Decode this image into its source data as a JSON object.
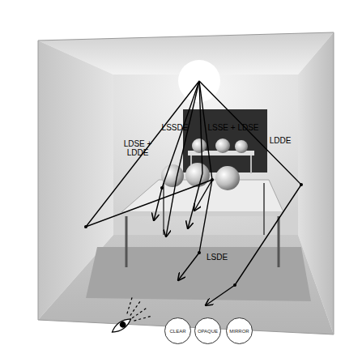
{
  "diagram": {
    "nodes": [
      {
        "text": [
          "CLEAR"
        ]
      },
      {
        "text": [
          "OPAQUE"
        ]
      },
      {
        "text": [
          "MIRROR"
        ]
      }
    ],
    "labels": [
      "LSSDE",
      "LSSE + LDSE",
      "LDSE + LDDE",
      "LDDE",
      "LSDE"
    ]
  }
}
